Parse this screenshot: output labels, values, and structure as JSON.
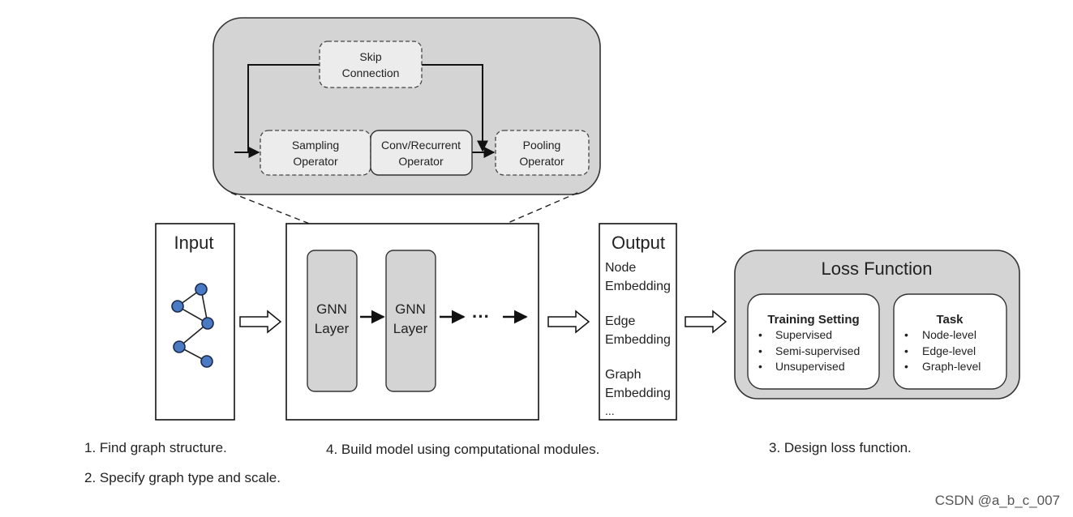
{
  "top_module": {
    "skip_connection": [
      "Skip",
      "Connection"
    ],
    "sampling_operator": [
      "Sampling",
      "Operator"
    ],
    "conv_operator": [
      "Conv/Recurrent",
      "Operator"
    ],
    "pooling_operator": [
      "Pooling",
      "Operator"
    ]
  },
  "input": {
    "title": "Input"
  },
  "model": {
    "layer1": [
      "GNN",
      "Layer"
    ],
    "layer2": [
      "GNN",
      "Layer"
    ],
    "ellipsis": "···"
  },
  "output": {
    "title": "Output",
    "items": [
      [
        "Node",
        "Embedding"
      ],
      [
        "Edge",
        "Embedding"
      ],
      [
        "Graph",
        "Embedding"
      ]
    ],
    "more": "..."
  },
  "loss": {
    "title": "Loss Function",
    "training_setting": {
      "title": "Training Setting",
      "items": [
        "Supervised",
        "Semi-supervised",
        "Unsupervised"
      ]
    },
    "task": {
      "title": "Task",
      "items": [
        "Node-level",
        "Edge-level",
        "Graph-level"
      ]
    }
  },
  "captions": {
    "step1": "1. Find graph structure.",
    "step2": "2. Specify graph type and scale.",
    "step4": "4. Build model using computational modules.",
    "step3": "3. Design loss function."
  },
  "watermark": "CSDN @a_b_c_007",
  "colors": {
    "node_fill": "#4a7ac4",
    "panel_gray": "#d4d4d4"
  }
}
